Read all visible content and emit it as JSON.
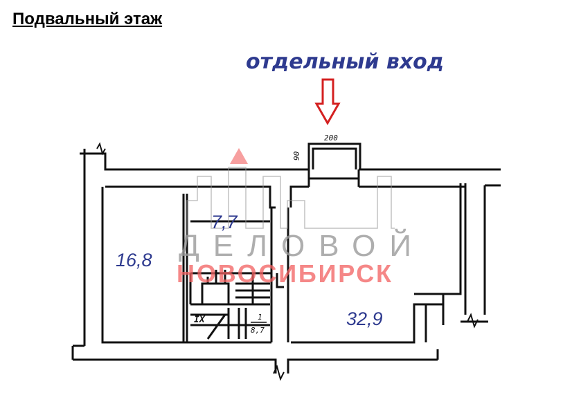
{
  "title": "Подвальный этаж",
  "entrance_label": "отдельный вход",
  "dimensions": {
    "width": "200",
    "depth": "90"
  },
  "rooms": [
    {
      "area": "16,8"
    },
    {
      "area": "7,7"
    },
    {
      "area": "32,9"
    },
    {
      "number": "1",
      "area": "8,7"
    }
  ],
  "stair_mark": "IX",
  "watermark": {
    "line1": "ДЕЛОВОЙ",
    "line2": "НОВОСИБИРСК",
    "accent": "#f26060"
  },
  "colors": {
    "label": "#2e3a8f",
    "arrow": "#d42020"
  }
}
